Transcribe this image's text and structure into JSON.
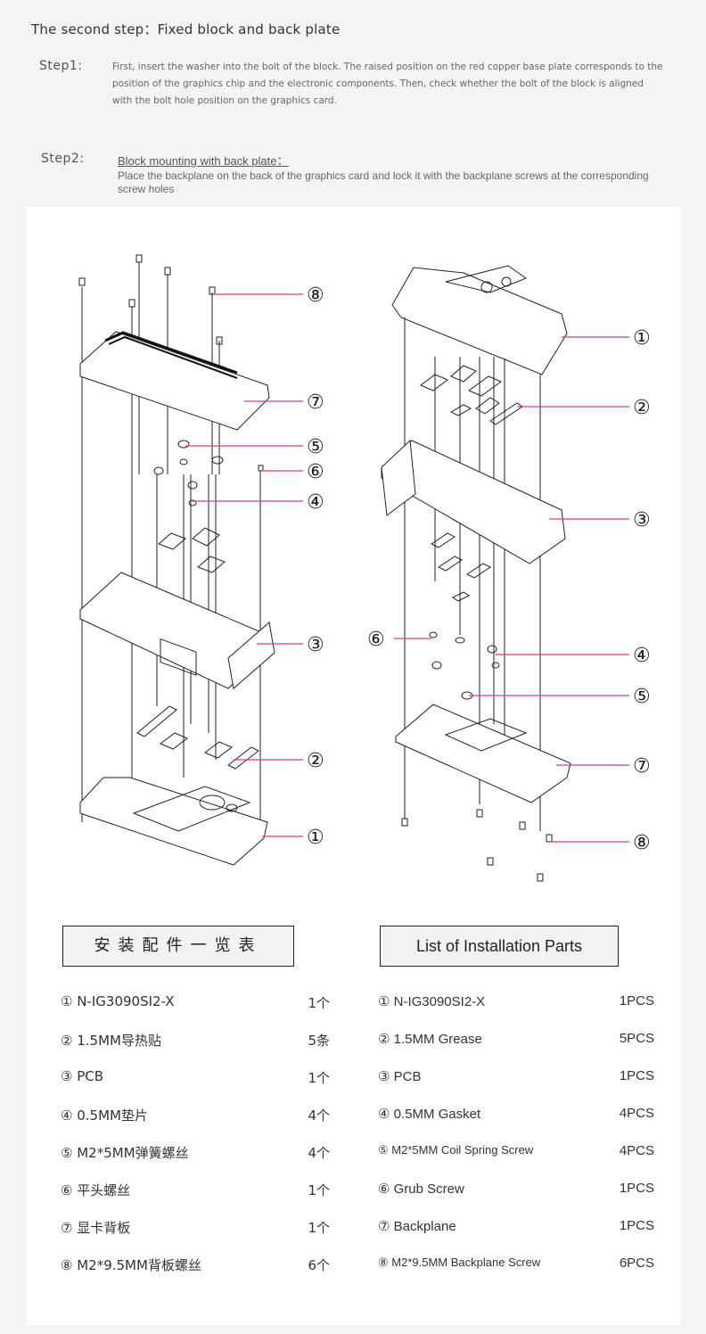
{
  "title": "The second step：Fixed block and back plate",
  "step1": {
    "label": "Step1:",
    "text": "First, insert the washer into the bolt of the block. The raised position on the red copper base plate corresponds to the position of the graphics chip and the electronic components. Then, check whether the bolt of the block is aligned with the bolt hole position on the graphics card."
  },
  "step2": {
    "label": "Step2:",
    "heading": "Block mounting with back plate：",
    "text": "Place the backplane on the back of the graphics card and lock it with the backplane screws at the corresponding screw holes"
  },
  "diagram": {
    "left_callouts": [
      "⑧",
      "⑦",
      "⑤",
      "⑥",
      "④",
      "③",
      "②",
      "①"
    ],
    "right_callouts": [
      "①",
      "②",
      "③",
      "⑥",
      "④",
      "⑤",
      "⑦",
      "⑧"
    ],
    "line_color": "#d9399a"
  },
  "parts_cn": {
    "title": "安装配件一览表",
    "rows": [
      {
        "name": "① N-IG3090SI2-X",
        "qty": "1个"
      },
      {
        "name": "② 1.5MM导热贴",
        "qty": "5条"
      },
      {
        "name": "③ PCB",
        "qty": "1个"
      },
      {
        "name": "④ 0.5MM垫片",
        "qty": "4个"
      },
      {
        "name": "⑤ M2*5MM弹簧螺丝",
        "qty": "4个"
      },
      {
        "name": "⑥ 平头螺丝",
        "qty": "1个"
      },
      {
        "name": "⑦ 显卡背板",
        "qty": "1个"
      },
      {
        "name": "⑧ M2*9.5MM背板螺丝",
        "qty": "6个"
      }
    ]
  },
  "parts_en": {
    "title": "List of Installation Parts",
    "rows": [
      {
        "name": "① N-IG3090SI2-X",
        "qty": "1PCS"
      },
      {
        "name": "② 1.5MM Grease",
        "qty": "5PCS"
      },
      {
        "name": "③ PCB",
        "qty": "1PCS"
      },
      {
        "name": "④ 0.5MM Gasket",
        "qty": "4PCS"
      },
      {
        "name": "⑤ M2*5MM Coil Spring Screw",
        "qty": "4PCS"
      },
      {
        "name": "⑥ Grub Screw",
        "qty": "1PCS"
      },
      {
        "name": "⑦ Backplane",
        "qty": "1PCS"
      },
      {
        "name": "⑧ M2*9.5MM Backplane Screw",
        "qty": "6PCS"
      }
    ]
  }
}
